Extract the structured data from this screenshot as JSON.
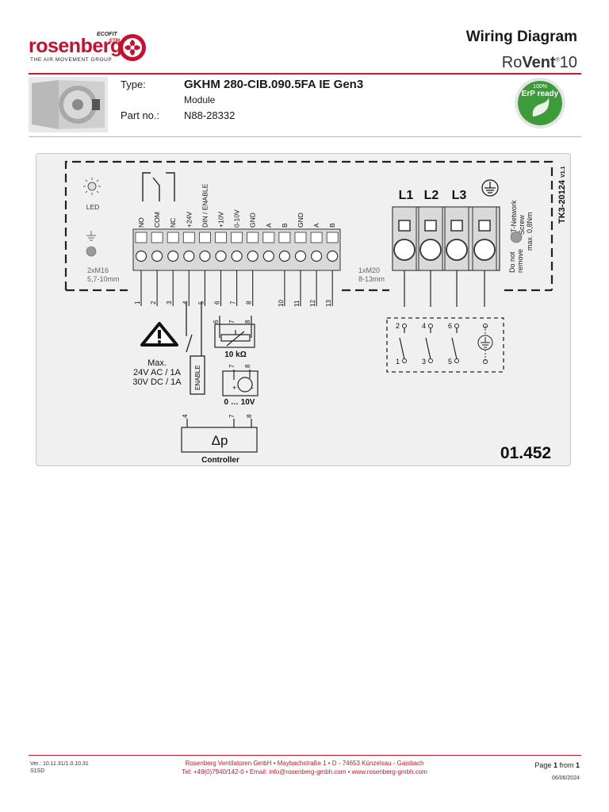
{
  "header": {
    "logo_brand": "rosenberg",
    "logo_badge_top": "ECOFIT",
    "logo_badge_bottom": "ETRI",
    "logo_tagline": "THE AIR MOVEMENT GROUP",
    "title": "Wiring Diagram",
    "product_prefix": "Ro",
    "product_bold": "Vent",
    "product_suffix": "10",
    "erp_badge": {
      "line1": "100%",
      "line2": "ErP ready"
    }
  },
  "info": {
    "type_label": "Type:",
    "type_value": "GKHM 280-CIB.090.5FA IE Gen3",
    "module_label": "Module",
    "part_label": "Part no.:",
    "part_value": "N88-28332"
  },
  "diagram": {
    "led_label": "LED",
    "gland_left": "2xM16",
    "gland_left_range": "5,7-10mm",
    "gland_right": "1xM20",
    "gland_right_range": "8-13mm",
    "terminal_labels": [
      "NO",
      "COM",
      "NC",
      "+24V",
      "DIN / ENABLE",
      "+10V",
      "0-10V",
      "GND",
      "A",
      "B",
      "GND",
      "A",
      "B"
    ],
    "terminal_numbers": [
      "1",
      "2",
      "3",
      "4",
      "5",
      "6",
      "7",
      "8",
      "10",
      "11",
      "12",
      "13"
    ],
    "power_labels": [
      "L1",
      "L2",
      "L3"
    ],
    "it_network": [
      "IT-Network",
      "Screw",
      "max. 0,8Nm"
    ],
    "do_not_remove": [
      "Do not",
      "remove"
    ],
    "tk_label": "TK3-20124",
    "tk_version": "V1.1",
    "warning_lines": [
      "Max.",
      "24V AC / 1A",
      "30V DC / 1A"
    ],
    "enable_label": "ENABLE",
    "pot_label": "10 kΩ",
    "pot_terminals": [
      "6",
      "7",
      "8"
    ],
    "volt_terminals": [
      "7",
      "8"
    ],
    "volt_polarity": [
      "+",
      "-"
    ],
    "volt_label": "0 … 10V",
    "controller_terminals": [
      "4",
      "7",
      "8"
    ],
    "controller_symbol": "Δp",
    "controller_label": "Controller",
    "switch_top": [
      "2",
      "4",
      "6"
    ],
    "switch_bottom": [
      "1",
      "3",
      "5"
    ],
    "diagram_code": "01.452"
  },
  "footer": {
    "version": "Ver.: 10.11.31/1.0.10.31",
    "code": "S1SD",
    "company_line": "Rosenberg Ventilatoren GmbH • Maybachstraße 1 • D - 74653 Künzelsau - Gaisbach",
    "contact_line": "Tel: +49(0)7940/142-0 • Email: info@rosenberg-gmbh.com • www.rosenberg-gmbh.com",
    "page_label": "Page",
    "page_number": "1",
    "page_from": "from",
    "page_total": "1",
    "date": "06/06/2024"
  },
  "colors": {
    "accent": "#d0182b",
    "erp_green": "#3e9b3a"
  }
}
